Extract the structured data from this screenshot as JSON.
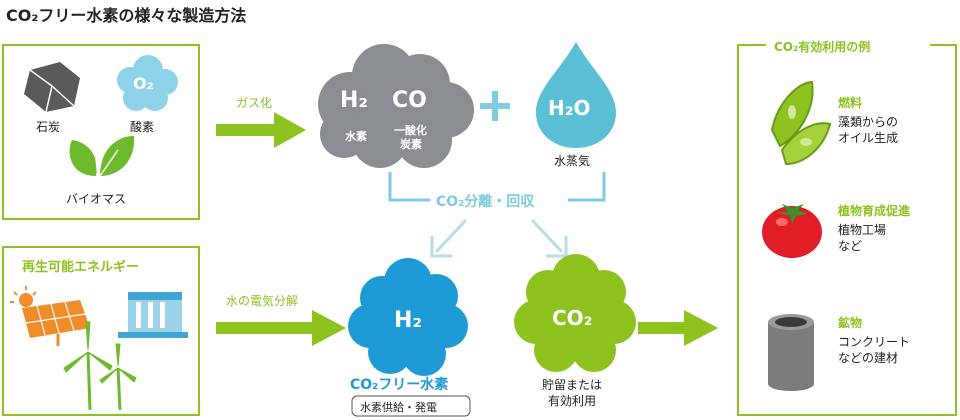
{
  "title": "CO₂フリー水素の様々な製造方法",
  "left_top": {
    "coal": "石炭",
    "oxygen": "酸素",
    "oxygen_symbol": "O₂",
    "biomass": "バイオマス"
  },
  "left_bottom": {
    "heading": "再生可能エネルギー"
  },
  "arrows": {
    "gasification": "ガス化",
    "electrolysis": "水の電気分解"
  },
  "clouds": {
    "h2_symbol": "H₂",
    "h2_label": "水素",
    "co_symbol": "CO",
    "co_label_1": "一酸化",
    "co_label_2": "炭素",
    "plus": "+",
    "h2o_symbol": "H₂O",
    "h2o_label": "水蒸気",
    "separation": "CO₂分離・回収",
    "blue_h2_symbol": "H₂",
    "co2_symbol": "CO₂"
  },
  "outputs": {
    "co2_free_h2": "CO₂フリー水素",
    "supply": "水素供給・発電",
    "storage_1": "貯留または",
    "storage_2": "有効利用"
  },
  "utilization": {
    "heading": "CO₂有効利用の例",
    "items": [
      {
        "title": "燃料",
        "desc_1": "藻類からの",
        "desc_2": "オイル生成"
      },
      {
        "title": "植物育成促進",
        "desc_1": "植物工場",
        "desc_2": "など"
      },
      {
        "title": "鉱物",
        "desc_1": "コンクリート",
        "desc_2": "などの建材"
      }
    ]
  },
  "colors": {
    "green": "#8dc21f",
    "gray_cloud": "#8a8d91",
    "water_blue": "#5bbfd6",
    "h2_blue": "#1e9ad6",
    "co2_green": "#8dc21f",
    "separation_line": "#7fcbe0"
  }
}
